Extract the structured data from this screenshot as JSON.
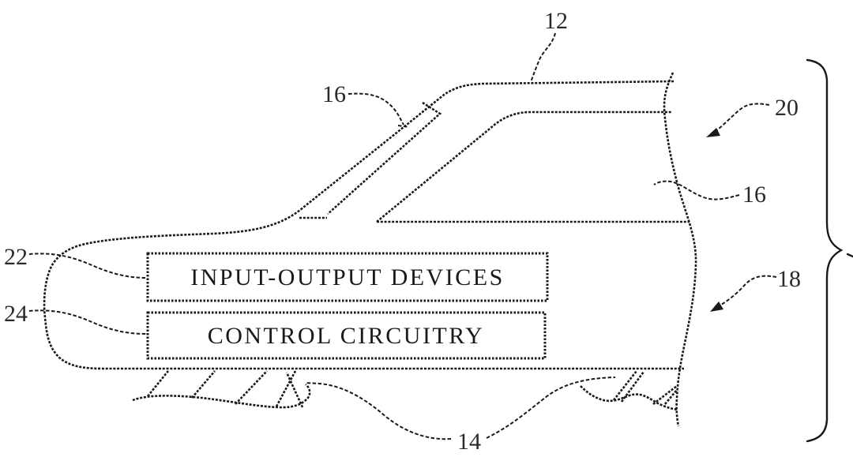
{
  "figure": {
    "type": "patent-line-drawing",
    "subject": "vehicle front-half side view with electronics blocks, broken edge and brace",
    "background": "#ffffff",
    "line_color": "#1a1a1a",
    "boxes": {
      "io": {
        "label": "INPUT-OUTPUT DEVICES",
        "ref": "22"
      },
      "control": {
        "label": "CONTROL CIRCUITRY",
        "ref": "24"
      }
    },
    "refs": {
      "roof": "12",
      "windshield": "16",
      "body_upper": "20",
      "window": "16",
      "body_lower": "18",
      "io": "22",
      "control": "24",
      "wheels": "14"
    }
  }
}
